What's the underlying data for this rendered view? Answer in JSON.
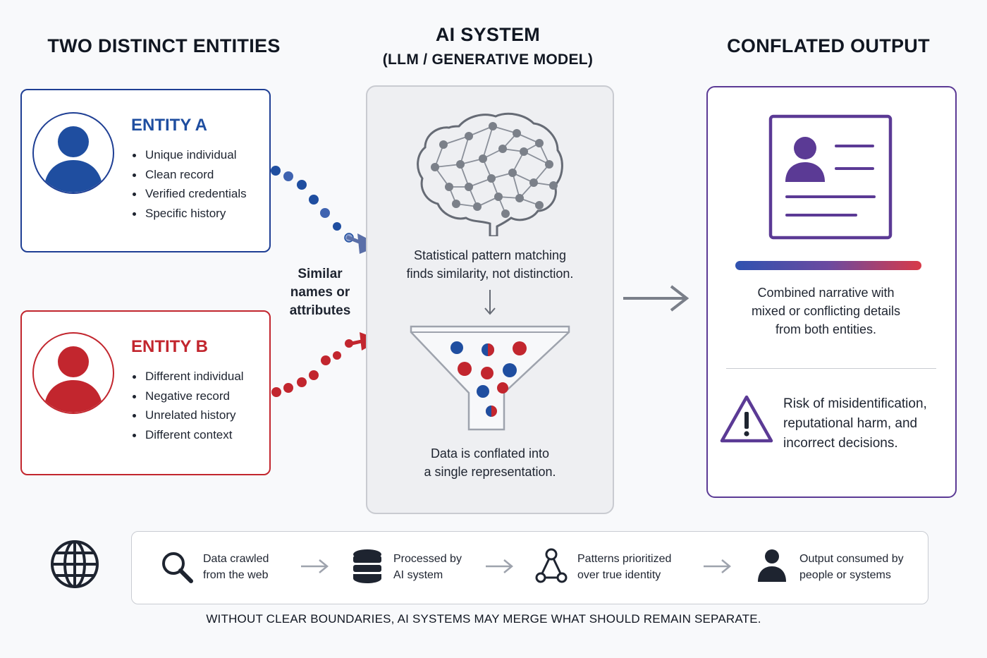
{
  "headers": {
    "left": "TWO DISTINCT ENTITIES",
    "center_line1": "AI SYSTEM",
    "center_line2": "(LLM / GENERATIVE MODEL)",
    "right": "CONFLATED OUTPUT"
  },
  "entity_a": {
    "name": "ENTITY A",
    "color": "#1f4ea0",
    "bullets": [
      "Unique individual",
      "Clean record",
      "Verified credentials",
      "Specific history"
    ]
  },
  "entity_b": {
    "name": "ENTITY B",
    "color": "#c2262e",
    "bullets": [
      "Different individual",
      "Negative record",
      "Unrelated history",
      "Different context"
    ]
  },
  "connector_label": {
    "line1": "Similar",
    "line2": "names or",
    "line3": "attributes"
  },
  "ai_system": {
    "pattern_text_line1": "Statistical pattern matching",
    "pattern_text_line2": "finds similarity, not distinction.",
    "conflate_text_line1": "Data is conflated into",
    "conflate_text_line2": "a single representation.",
    "icons": [
      "brain-network-icon",
      "funnel-icon"
    ]
  },
  "output": {
    "narrative_line1": "Combined narrative with",
    "narrative_line2": "mixed or conflicting details",
    "narrative_line3": "from both entities.",
    "risk_line1": "Risk of misidentification,",
    "risk_line2": "reputational harm, and",
    "risk_line3": "incorrect decisions.",
    "icons": [
      "profile-card-icon",
      "warning-icon"
    ],
    "accent_color": "#5b3a95"
  },
  "pipeline": {
    "icon": "globe-icon",
    "steps": [
      {
        "icon": "search-icon",
        "line1": "Data crawled",
        "line2": "from the web"
      },
      {
        "icon": "database-icon",
        "line1": "Processed by",
        "line2": "AI system"
      },
      {
        "icon": "network-nodes-icon",
        "line1": "Patterns prioritized",
        "line2": "over true identity"
      },
      {
        "icon": "person-icon",
        "line1": "Output consumed by",
        "line2": "people or systems"
      }
    ]
  },
  "footer": "WITHOUT CLEAR BOUNDARIES, AI SYSTEMS MAY MERGE WHAT SHOULD REMAIN SEPARATE."
}
